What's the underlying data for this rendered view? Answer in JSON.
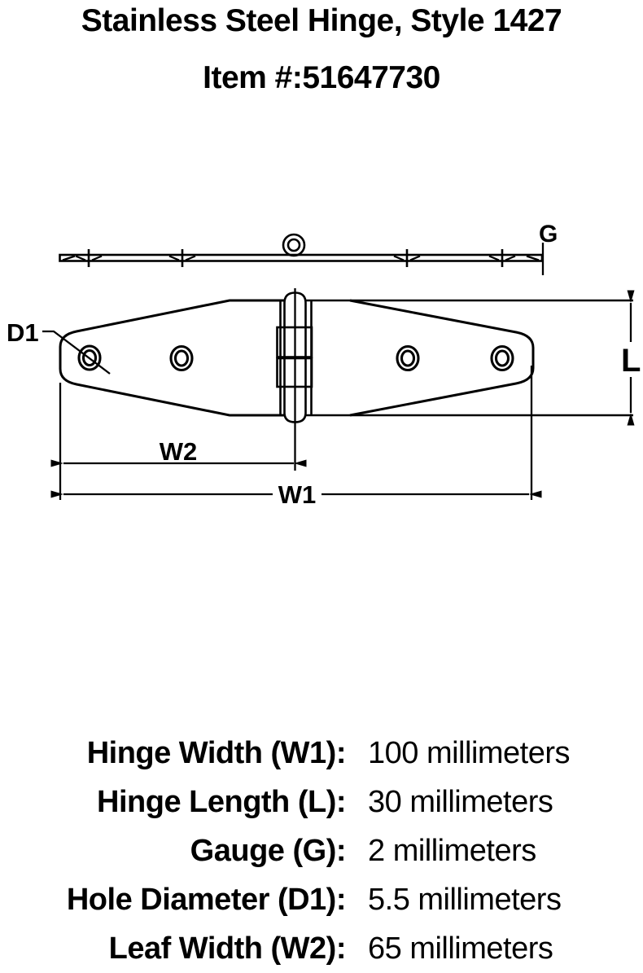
{
  "title": {
    "line1": "Stainless Steel Hinge, Style 1427",
    "line2": "Item #:51647730"
  },
  "diagram": {
    "callouts": {
      "gauge": "G",
      "hole_diameter": "D1",
      "length": "L",
      "leaf_width": "W2",
      "hinge_width": "W1"
    }
  },
  "specs": {
    "rows": [
      {
        "label": "Hinge Width (W1):",
        "value": "100 millimeters"
      },
      {
        "label": "Hinge Length (L):",
        "value": "30 millimeters"
      },
      {
        "label": "Gauge (G):",
        "value": "2 millimeters"
      },
      {
        "label": "Hole Diameter (D1):",
        "value": "5.5 millimeters"
      },
      {
        "label": "Leaf Width (W2):",
        "value": "65 millimeters"
      }
    ]
  },
  "colors": {
    "ink": "#000000",
    "background": "#ffffff"
  }
}
